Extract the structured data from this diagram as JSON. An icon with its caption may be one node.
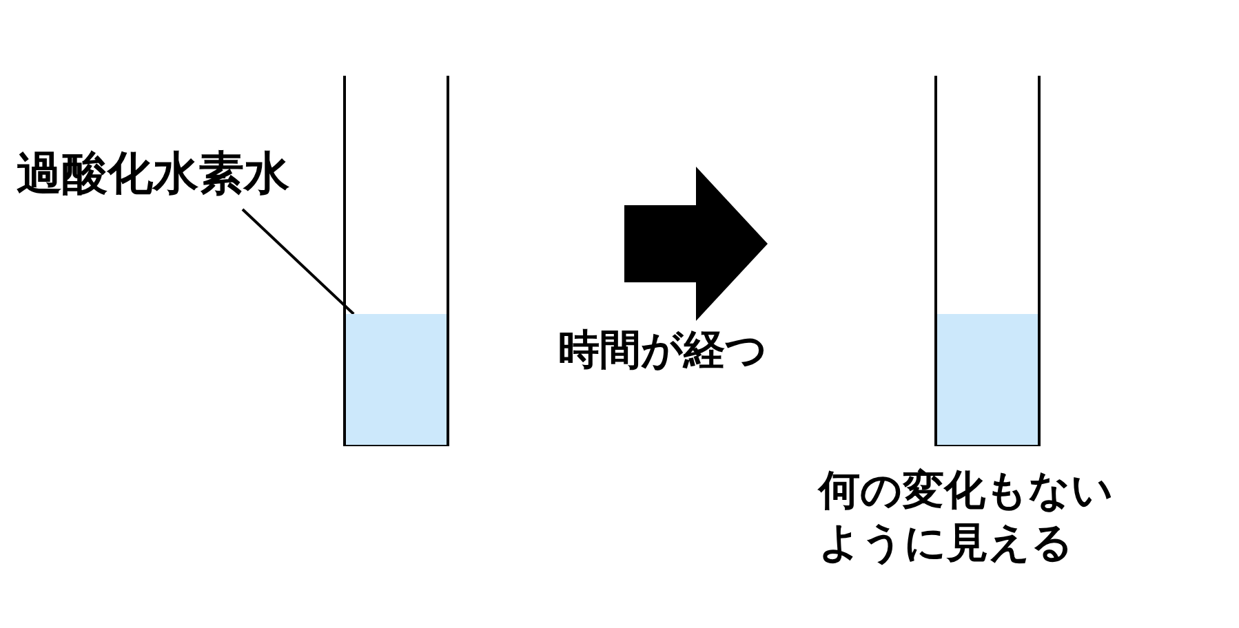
{
  "diagram": {
    "nodes": [
      {
        "text": [],
        "shape": "picture"
      },
      {
        "text": [],
        "shape": "box",
        "in": 0
      },
      {
        "text": [
          "過酸化水素水"
        ]
      },
      {
        "text": [],
        "shape": "picture",
        "beside": [
          "何の変化もないように見える"
        ]
      },
      {
        "text": [],
        "shape": "box",
        "in": 3
      },
      {
        "text": [],
        "shape": "arrow",
        "beside": [
          "時間が経つ"
        ]
      }
    ],
    "edges": [
      {
        "from": 2,
        "to": 1,
        "arrow": "none"
      }
    ]
  }
}
